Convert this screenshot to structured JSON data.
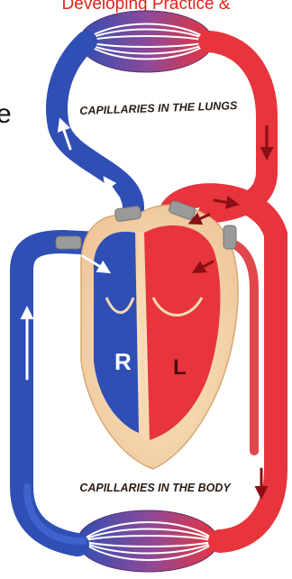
{
  "header_fragment": "Developing Practice &",
  "side_fragment": "e",
  "labels": {
    "lung_capillaries": "CAPILLARIES IN THE LUNGS",
    "body_capillaries": "CAPILLARIES IN THE BODY",
    "right_side": "R",
    "left_side": "L"
  },
  "colors": {
    "deoxygenated": "#2f4fb5",
    "oxygenated": "#e8343c",
    "valve": "#9a9a9a",
    "heart_outer": "#f3d6a8"
  }
}
